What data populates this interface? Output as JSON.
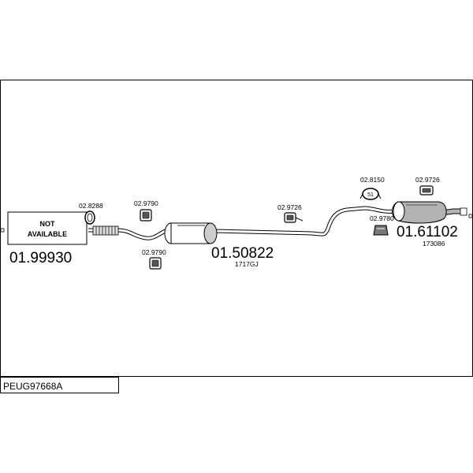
{
  "diagram": {
    "reference": "PEUG97668A",
    "not_available": {
      "line1": "NOT",
      "line2": "AVAILABLE"
    },
    "assemblies": [
      {
        "code": "01.99930"
      },
      {
        "code": "01.50822",
        "oem": "1717GJ"
      },
      {
        "code": "01.61102",
        "oem": "173086"
      }
    ],
    "parts": [
      {
        "code": "02.8288"
      },
      {
        "code": "02.9790"
      },
      {
        "code": "02.9790"
      },
      {
        "code": "02.9726"
      },
      {
        "code": "02.8150"
      },
      {
        "code": "02.9726"
      },
      {
        "code": "02.9780"
      }
    ],
    "colors": {
      "line": "#000000",
      "pipe_fill": "#ffffff",
      "muffler_shade": "#b3b3b3"
    }
  }
}
